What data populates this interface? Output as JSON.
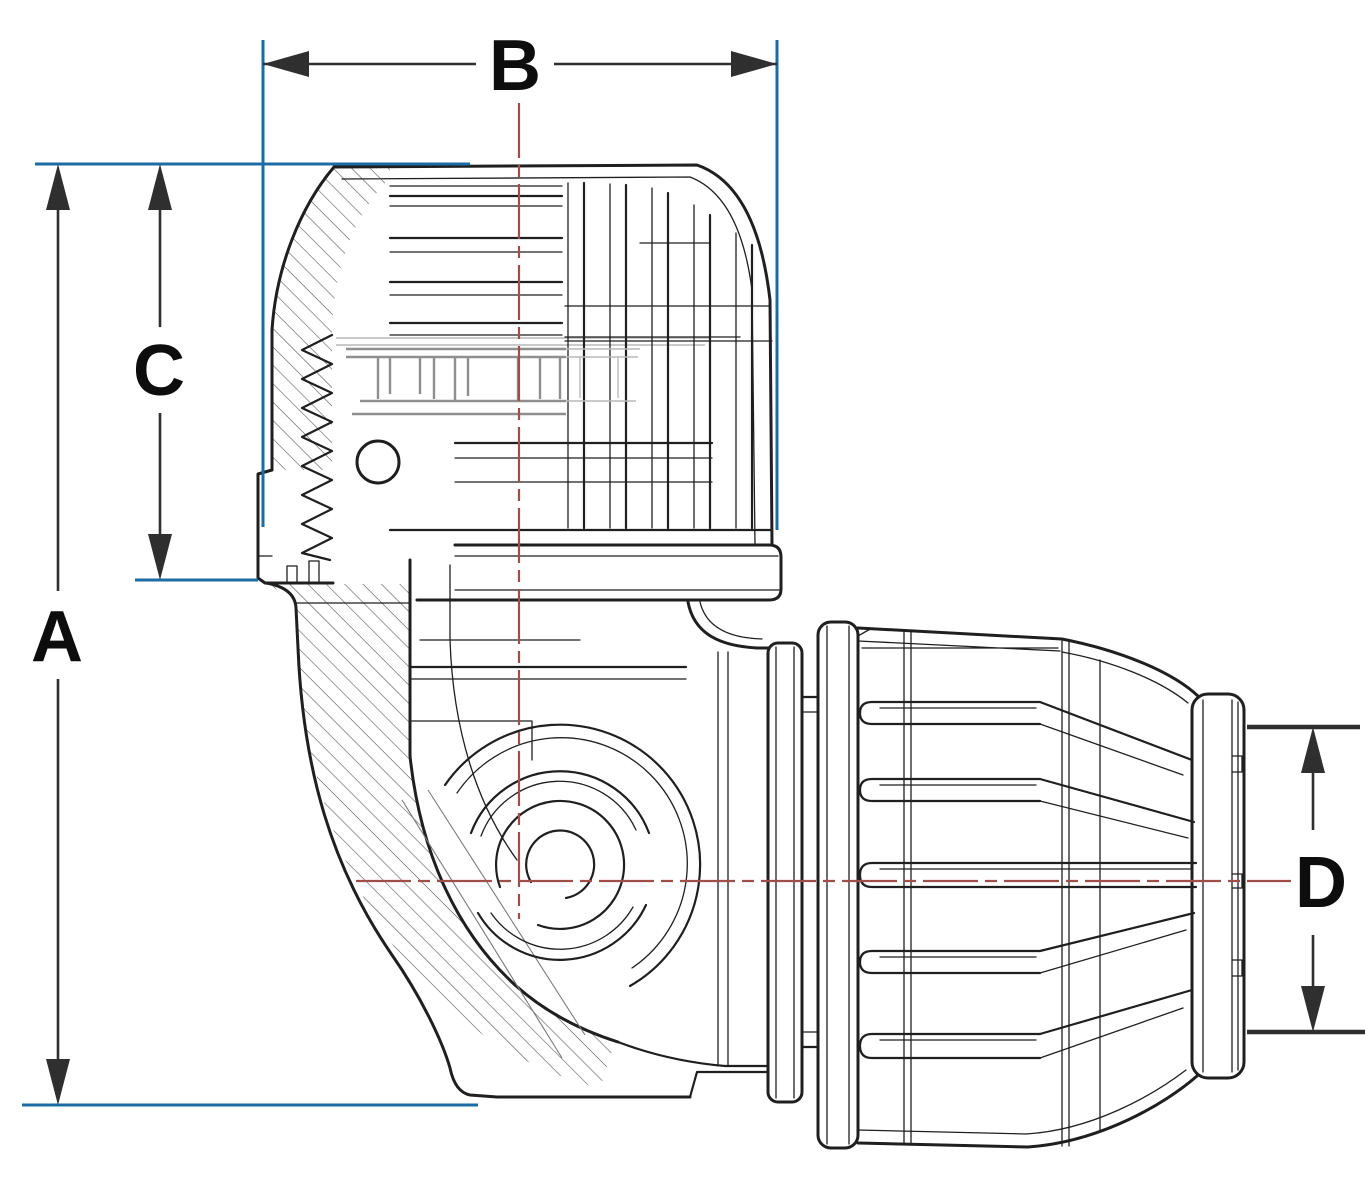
{
  "drawing": {
    "kind": "dimensioned technical line drawing",
    "subject": "90-degree elbow compression pipe fitting, half-section side view",
    "labels": {
      "a": "A",
      "b": "B",
      "c": "C",
      "d": "D"
    },
    "dimension_meanings": {
      "a": "overall height (left vertical dimension)",
      "b": "top nut width (top horizontal dimension)",
      "c": "top nut height (left vertical dimension)",
      "d": "outlet end diameter (right vertical dimension)"
    },
    "colors": {
      "outline": "#1f1f1f",
      "extension_line": "#1a6ba6",
      "centerline": "#9e4f4a",
      "dimension": "#2f2f2f",
      "hatch": "#5a5a5a",
      "grip_ring": "#8f8f8f",
      "background": "#ffffff"
    }
  }
}
